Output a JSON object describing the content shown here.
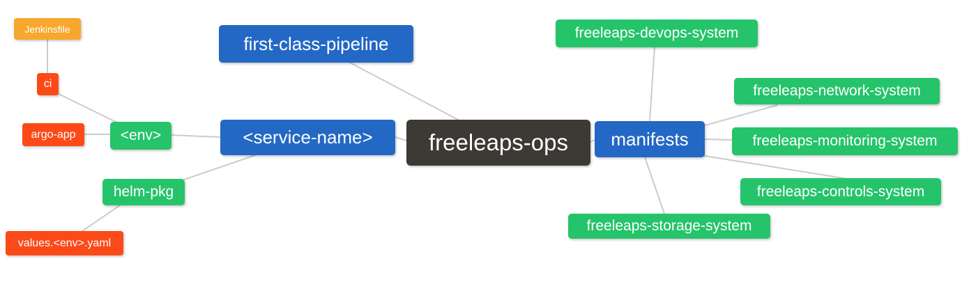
{
  "diagram": {
    "type": "mindmap",
    "root_label": "freeleaps-ops",
    "palette": {
      "root_bg": "#3D3935",
      "branch_blue": "#2368C4",
      "leaf_green": "#25C36A",
      "leaf_orange": "#F7A82C",
      "leaf_red": "#FB4A17",
      "edge_line": "#CCCCCC",
      "node_text": "#FFFFFF",
      "background": "#FFFFFF"
    },
    "nodes": {
      "jenkinsfile": {
        "label": "Jenkinsfile",
        "color": "#F7A82C"
      },
      "ci": {
        "label": "ci",
        "color": "#FB4A17"
      },
      "argo_app": {
        "label": "argo-app",
        "color": "#FB4A17"
      },
      "env": {
        "label": "<env>",
        "color": "#25C36A"
      },
      "helm_pkg": {
        "label": "helm-pkg",
        "color": "#25C36A"
      },
      "values_env_yaml": {
        "label": "values.<env>.yaml",
        "color": "#FB4A17"
      },
      "first_class_pipeline": {
        "label": "first-class-pipeline",
        "color": "#2368C4"
      },
      "service_name": {
        "label": "<service-name>",
        "color": "#2368C4"
      },
      "freeleaps_ops": {
        "label": "freeleaps-ops",
        "color": "#3D3935"
      },
      "manifests": {
        "label": "manifests",
        "color": "#2368C4"
      },
      "devops_system": {
        "label": "freeleaps-devops-system",
        "color": "#25C36A"
      },
      "network_system": {
        "label": "freeleaps-network-system",
        "color": "#25C36A"
      },
      "monitoring_system": {
        "label": "freeleaps-monitoring-system",
        "color": "#25C36A"
      },
      "controls_system": {
        "label": "freeleaps-controls-system",
        "color": "#25C36A"
      },
      "storage_system": {
        "label": "freeleaps-storage-system",
        "color": "#25C36A"
      }
    },
    "edges": [
      {
        "from": "jenkinsfile",
        "to": "ci"
      },
      {
        "from": "ci",
        "to": "env"
      },
      {
        "from": "argo_app",
        "to": "env"
      },
      {
        "from": "env",
        "to": "service_name"
      },
      {
        "from": "helm_pkg",
        "to": "service_name"
      },
      {
        "from": "values_env_yaml",
        "to": "helm_pkg"
      },
      {
        "from": "service_name",
        "to": "freeleaps_ops"
      },
      {
        "from": "first_class_pipeline",
        "to": "freeleaps_ops"
      },
      {
        "from": "freeleaps_ops",
        "to": "manifests"
      },
      {
        "from": "manifests",
        "to": "devops_system"
      },
      {
        "from": "manifests",
        "to": "network_system"
      },
      {
        "from": "manifests",
        "to": "monitoring_system"
      },
      {
        "from": "manifests",
        "to": "controls_system"
      },
      {
        "from": "manifests",
        "to": "storage_system"
      }
    ]
  }
}
